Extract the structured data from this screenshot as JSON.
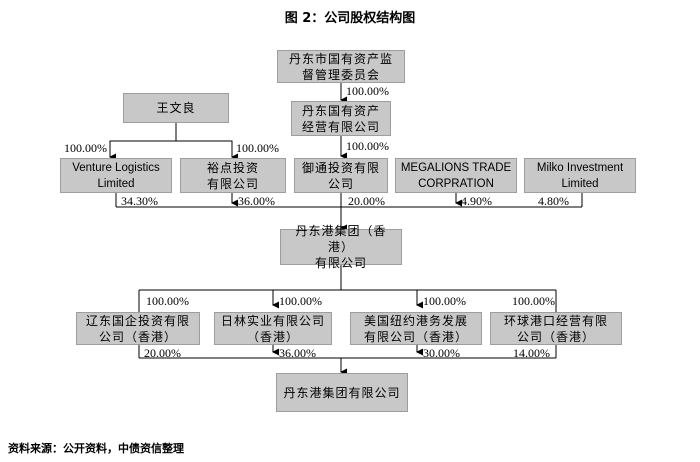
{
  "title": "图 2：公司股权结构图",
  "source": "资料来源：公开资料，中债资信整理",
  "nodes": {
    "sasac": "丹东市国有资产监\n督管理委员会",
    "assets_co": "丹东国有资产\n经营有限公司",
    "wang": "王文良",
    "venture": "Venture Logistics\nLimited",
    "yudian": "裕点投资\n有限公司",
    "yutong": "御通投资有限\n公司",
    "megalions": "MEGALIONS TRADE\nCORPRATION",
    "milko": "Milko Investment\nLimited",
    "hk_group": "丹东港集团（香港）\n有限公司",
    "liaodong": "辽东国企投资有限\n公司（香港）",
    "rilin": "日林实业有限公司\n（香港）",
    "meiguo": "美国纽约港务发展\n有限公司（香港）",
    "huanqiu": "环球港口经营有限\n公司（香港）",
    "dandong_port": "丹东港集团有限公司"
  },
  "percents": {
    "sasac_to_assets": "100.00%",
    "assets_to_yutong": "100.00%",
    "wang_to_venture": "100.00%",
    "wang_to_yudian": "100.00%",
    "venture_share": "34.30%",
    "yudian_share": "36.00%",
    "yutong_share": "20.00%",
    "megalions_share": "4.90%",
    "milko_share": "4.80%",
    "hk_to_liaodong": "100.00%",
    "hk_to_rilin": "100.00%",
    "hk_to_meiguo": "100.00%",
    "hk_to_huanqiu": "100.00%",
    "liaodong_share": "20.00%",
    "rilin_share": "36.00%",
    "meiguo_share": "30.00%",
    "huanqiu_share": "14.00%"
  },
  "colors": {
    "box_fill": "#c8c8c8",
    "box_border": "#9e9e9e",
    "line": "#000000"
  }
}
